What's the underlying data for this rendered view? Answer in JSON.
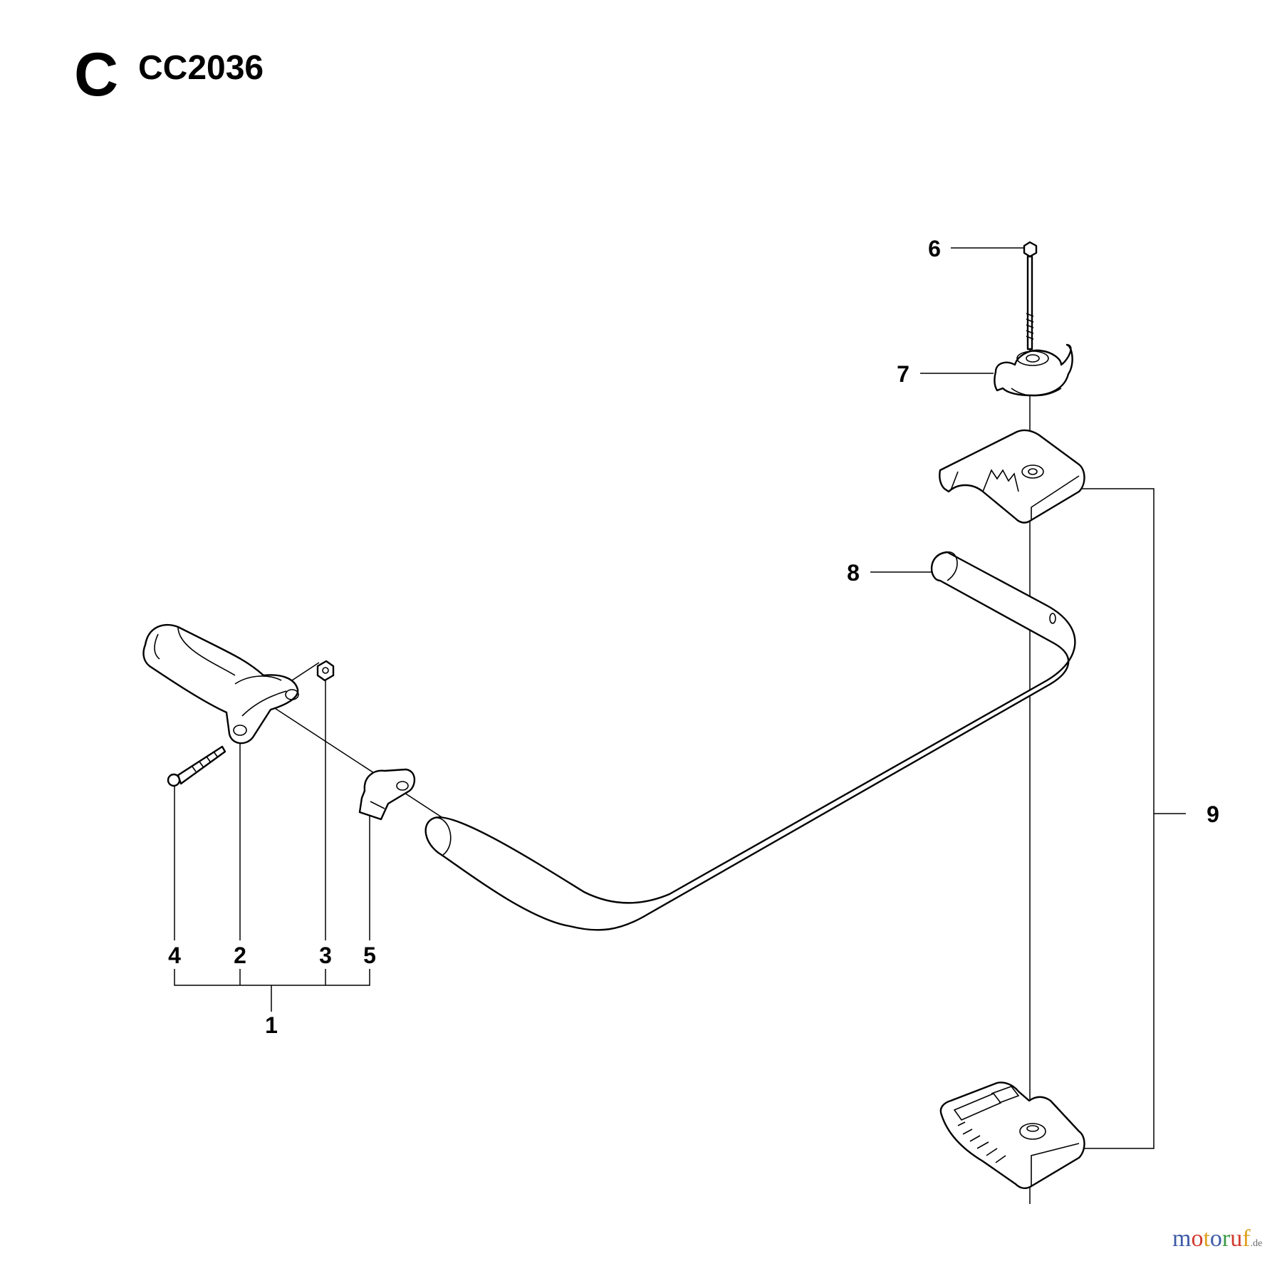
{
  "header": {
    "section_letter": "C",
    "model": "CC2036"
  },
  "callouts": {
    "c1": "1",
    "c2": "2",
    "c3": "3",
    "c4": "4",
    "c5": "5",
    "c6": "6",
    "c7": "7",
    "c8": "8",
    "c9": "9"
  },
  "watermark": {
    "letters": [
      "m",
      "o",
      "t",
      "o",
      "r",
      "u",
      "f"
    ],
    "letter_colors": [
      "#3c5aa6",
      "#d03a2e",
      "#e0a020",
      "#3c5aa6",
      "#3a9a45",
      "#d03a2e",
      "#e0a020"
    ],
    "suffix": ".de"
  }
}
